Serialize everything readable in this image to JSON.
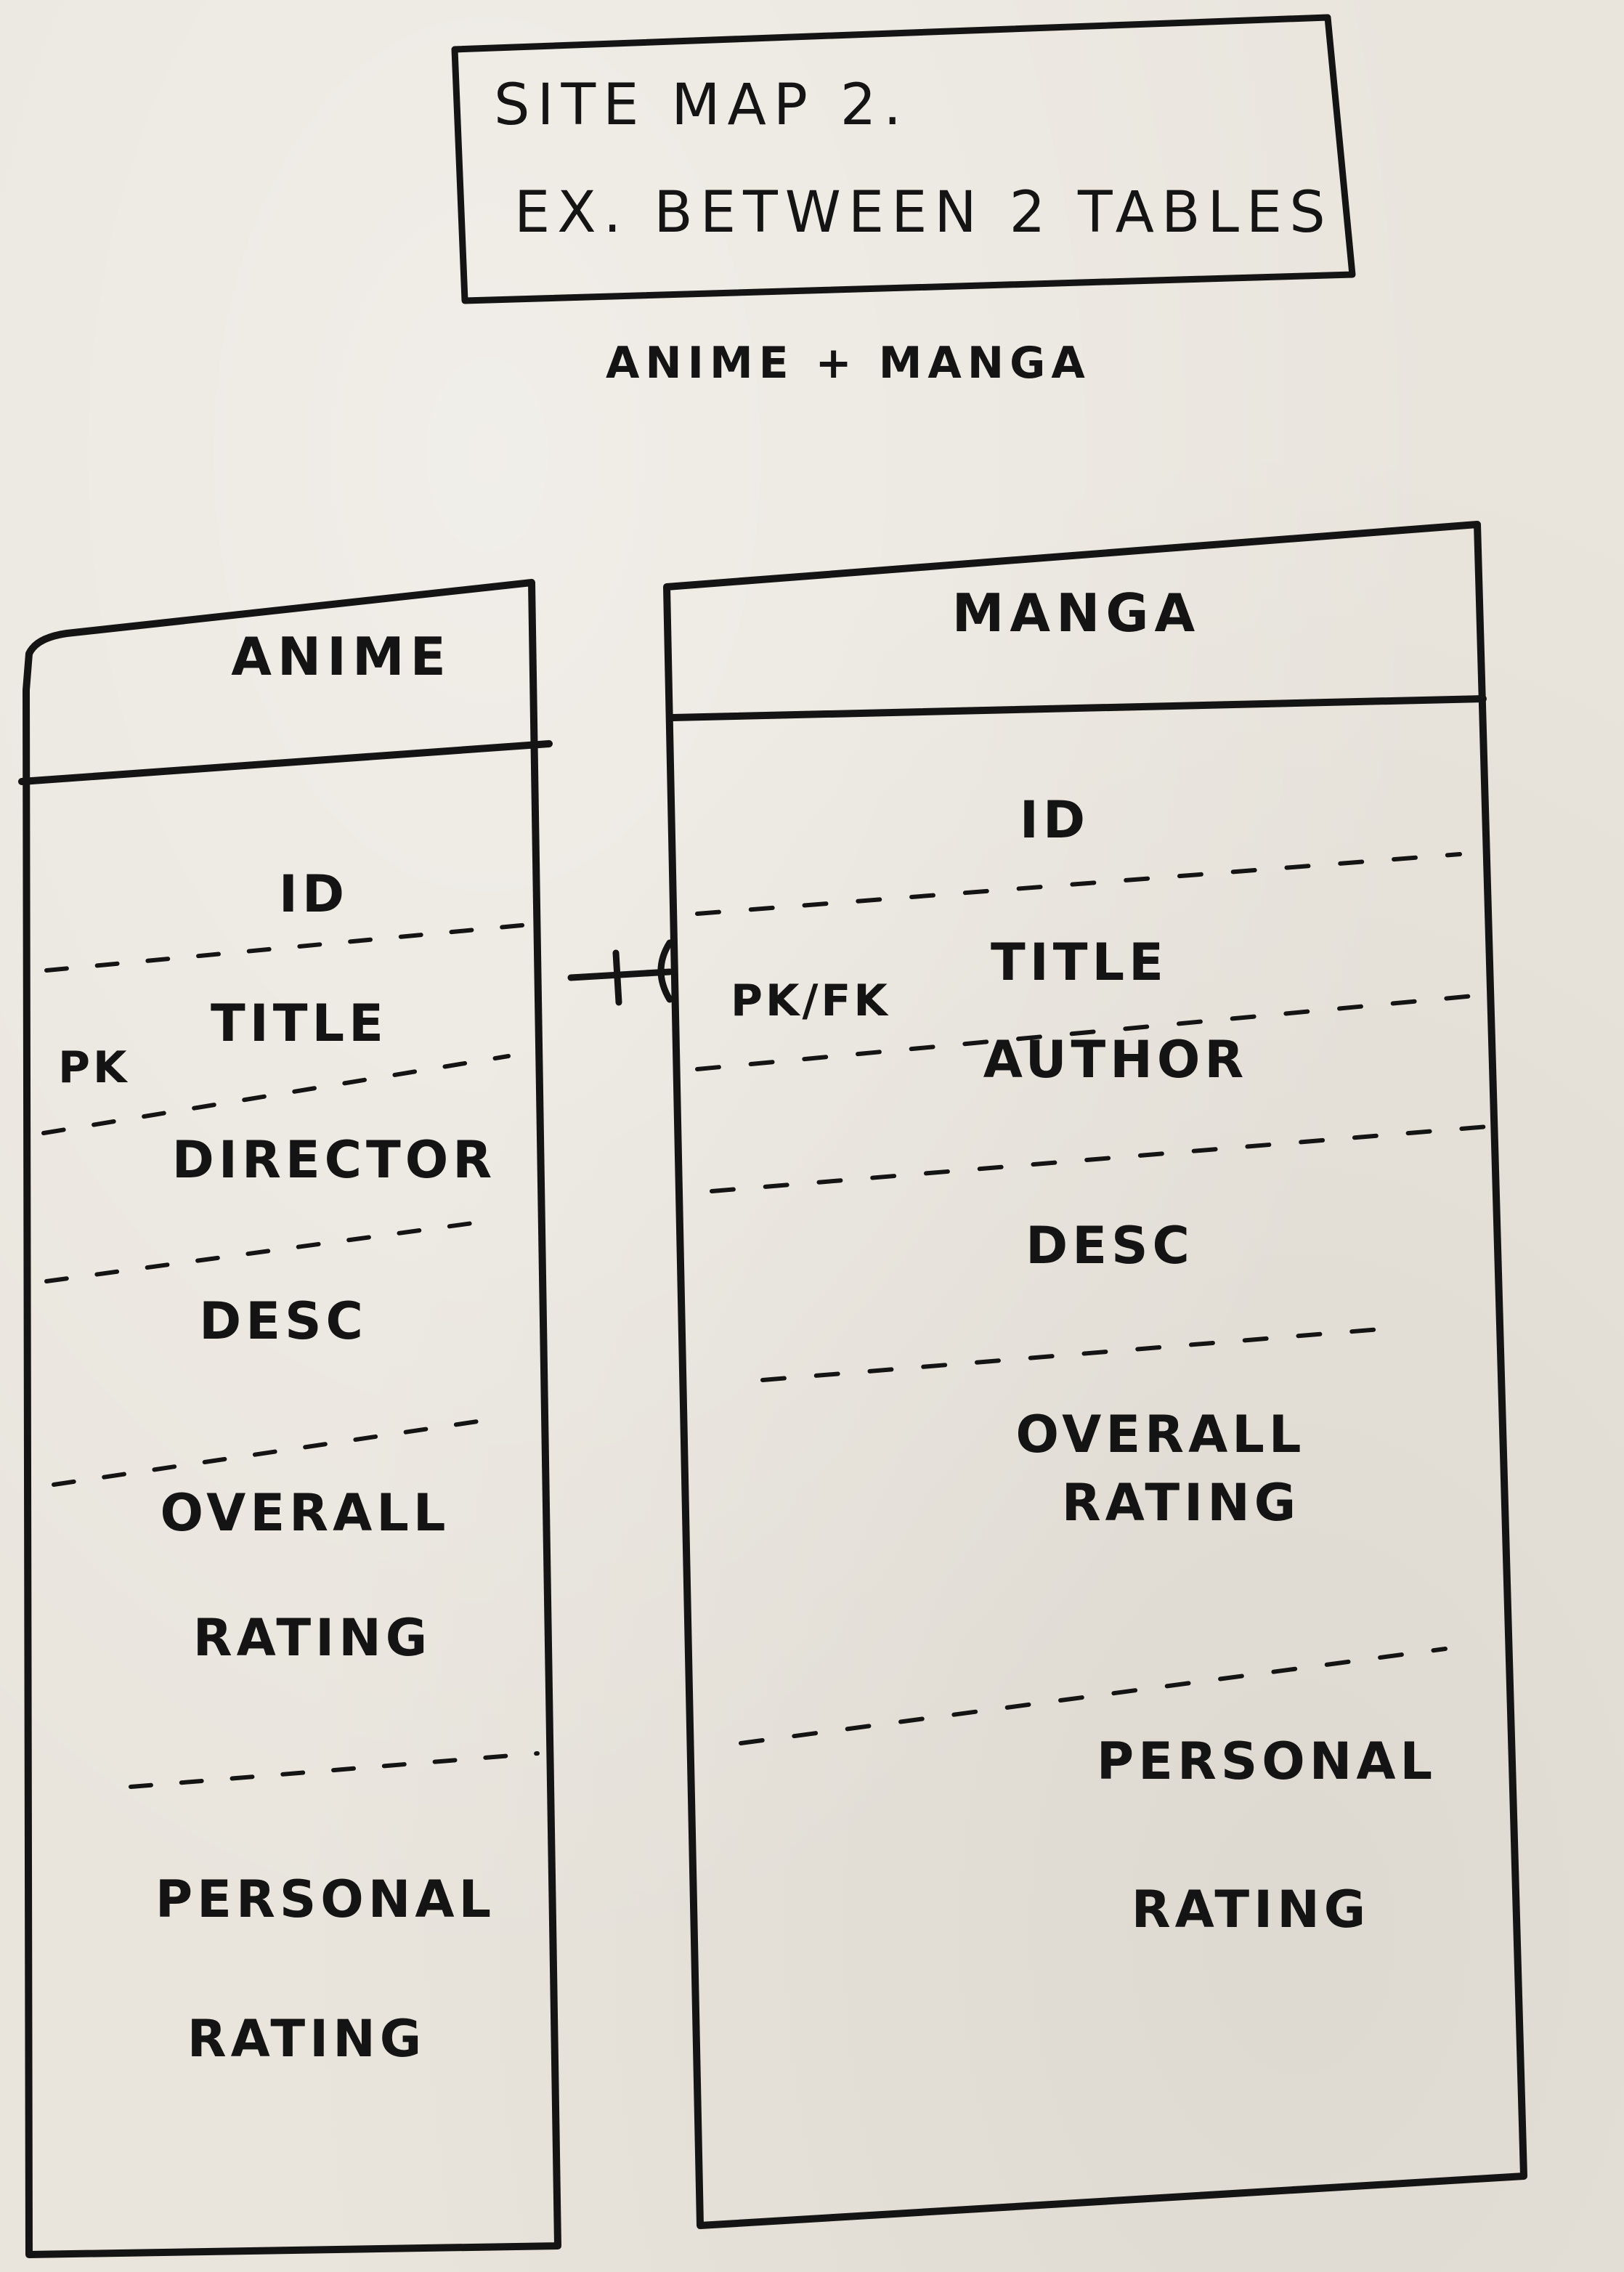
{
  "heading": {
    "line1": "SITE MAP 2.",
    "line2": "EX. BETWEEN 2 TABLES"
  },
  "subtitle": "ANIME + MANGA",
  "tables": {
    "anime": {
      "name": "ANIME",
      "fields": [
        "ID",
        "TITLE",
        "DIRECTOR",
        "DESC",
        "OVERALL",
        "RATING",
        "PERSONAL",
        "RATING"
      ],
      "key_label": "PK"
    },
    "manga": {
      "name": "MANGA",
      "fields": [
        "ID",
        "TITLE",
        "AUTHOR",
        "DESC",
        "OVERALL",
        "RATING",
        "PERSONAL",
        "RATING"
      ],
      "key_label": "PK/FK"
    }
  }
}
